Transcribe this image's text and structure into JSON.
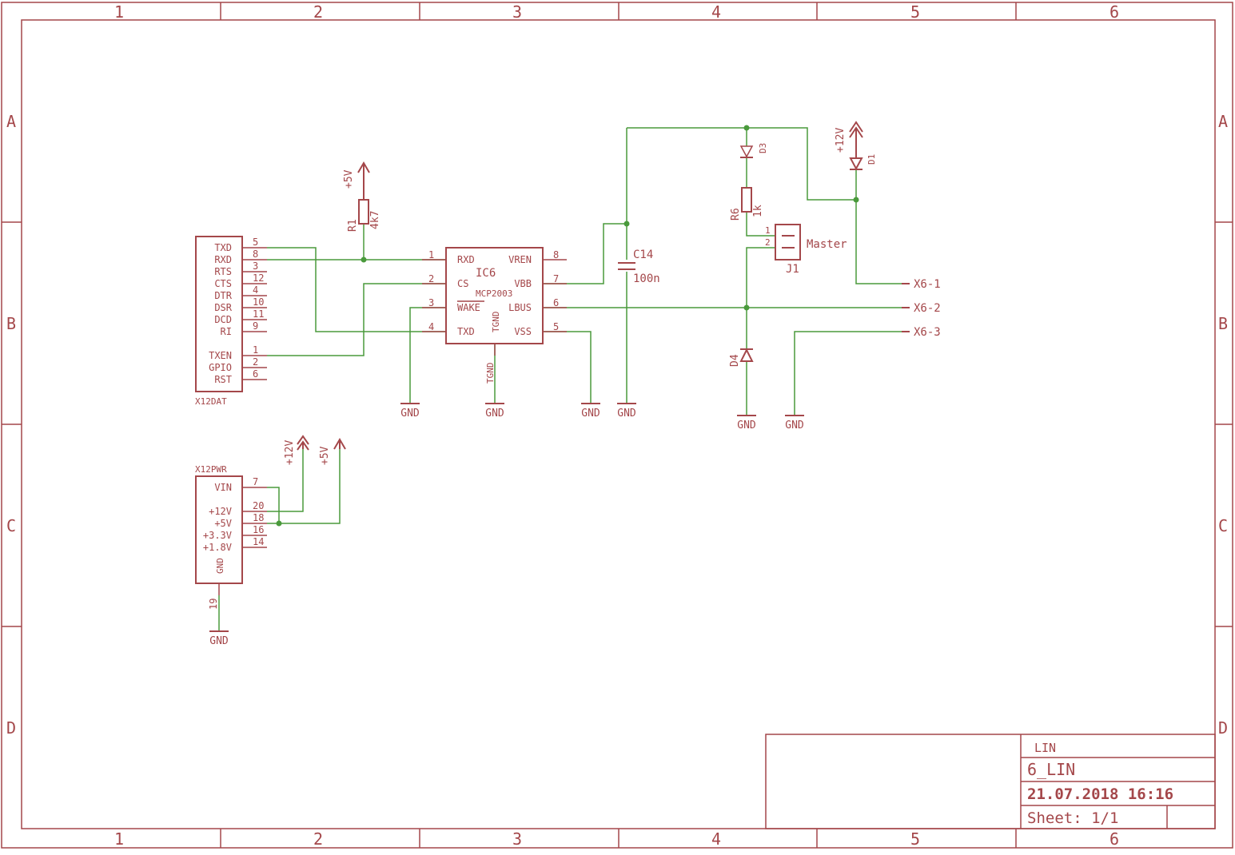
{
  "frame": {
    "columns": [
      "1",
      "2",
      "3",
      "4",
      "5",
      "6"
    ],
    "rows": [
      "A",
      "B",
      "C",
      "D"
    ]
  },
  "title_block": {
    "title": "LIN",
    "name": "6_LIN",
    "datetime": "21.07.2018 16:16",
    "sheet": "Sheet: 1/1"
  },
  "x12dat": {
    "name": "X12DAT",
    "pins": [
      {
        "label": "TXD",
        "num": "5"
      },
      {
        "label": "RXD",
        "num": "8"
      },
      {
        "label": "RTS",
        "num": "3"
      },
      {
        "label": "CTS",
        "num": "12"
      },
      {
        "label": "DTR",
        "num": "4"
      },
      {
        "label": "DSR",
        "num": "10"
      },
      {
        "label": "DCD",
        "num": "11"
      },
      {
        "label": "RI",
        "num": "9"
      },
      {
        "label": "TXEN",
        "num": "1"
      },
      {
        "label": "GPIO",
        "num": "2"
      },
      {
        "label": "RST",
        "num": "6"
      }
    ]
  },
  "x12pwr": {
    "name": "X12PWR",
    "pins": [
      {
        "label": "VIN",
        "num": "7"
      },
      {
        "label": "+12V",
        "num": "20"
      },
      {
        "label": "+5V",
        "num": "18"
      },
      {
        "label": "+3.3V",
        "num": "16"
      },
      {
        "label": "+1.8V",
        "num": "14"
      }
    ],
    "gnd_label": "GND",
    "gnd_pin": "19",
    "gnd_net": "GND",
    "supply_12v": "+12V",
    "supply_5v": "+5V"
  },
  "ic6": {
    "name": "IC6",
    "value": "MCP2003",
    "left_pins": [
      {
        "label": "RXD",
        "num": "1"
      },
      {
        "label": "CS",
        "num": "2"
      },
      {
        "label": "WAKE",
        "num": "3"
      },
      {
        "label": "TXD",
        "num": "4"
      }
    ],
    "right_pins": [
      {
        "label": "VREN",
        "num": "8"
      },
      {
        "label": "VBB",
        "num": "7"
      },
      {
        "label": "LBUS",
        "num": "6"
      },
      {
        "label": "VSS",
        "num": "5"
      }
    ],
    "tgnd_label": "TGND",
    "tgnd_net": "TGND"
  },
  "r1": {
    "name": "R1",
    "value": "4k7",
    "supply": "+5V"
  },
  "r6": {
    "name": "R6",
    "value": "1k"
  },
  "c14": {
    "name": "C14",
    "value": "100n"
  },
  "d1": {
    "name": "D1",
    "supply": "+12V"
  },
  "d3": {
    "name": "D3"
  },
  "d4": {
    "name": "D4"
  },
  "j1": {
    "name": "J1",
    "value": "Master",
    "pin1": "1",
    "pin2": "2"
  },
  "x6": {
    "pin1": "X6-1",
    "pin2": "X6-2",
    "pin3": "X6-3"
  },
  "gnd": {
    "wake": "GND",
    "tgnd": "GND",
    "vss": "GND",
    "cap": "GND",
    "d4": "GND",
    "x6": "GND"
  }
}
